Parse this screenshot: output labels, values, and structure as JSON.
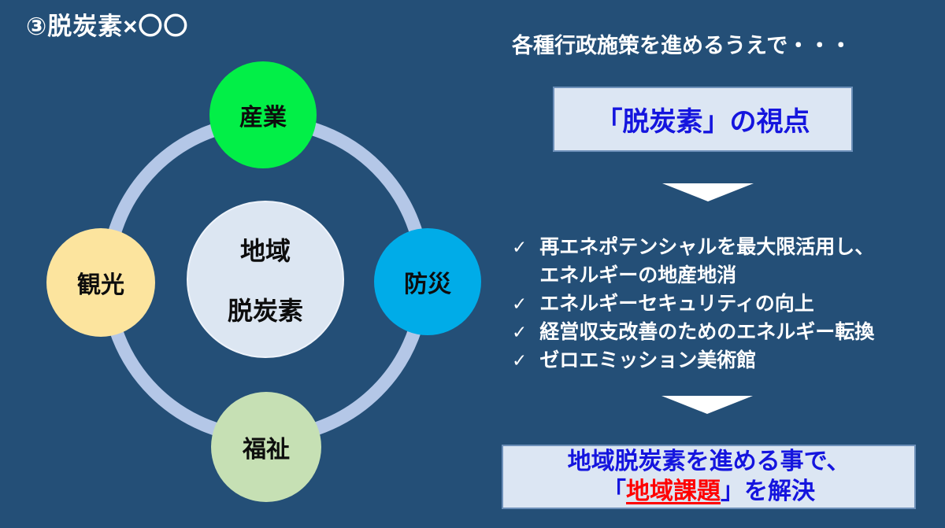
{
  "slide": {
    "title": "③脱炭素×〇〇",
    "bg_color": "#244F77"
  },
  "diagram": {
    "ring_color": "#B4C7E7",
    "center": {
      "line1": "地域",
      "line2": "脱炭素",
      "color": "#DCE6F2"
    },
    "satellites": [
      {
        "label": "産業",
        "color": "#02EF47"
      },
      {
        "label": "観光",
        "color": "#FCE49E"
      },
      {
        "label": "防災",
        "color": "#00ACE8"
      },
      {
        "label": "福祉",
        "color": "#C6E0B4"
      }
    ]
  },
  "right": {
    "header": "各種行政施策を進めるうえで・・・",
    "box1": {
      "text": "「脱炭素」の視点"
    },
    "checklist": {
      "check_glyph": "✓",
      "items": [
        "再エネポテンシャルを最大限活用し、\nエネルギーの地産地消",
        "エネルギーセキュリティの向上",
        "経営収支改善のためのエネルギー転換",
        "ゼロエミッション美術館"
      ]
    },
    "box2": {
      "line1": "地域脱炭素を進める事で、",
      "line2_open": "「",
      "line2_highlight": "地域課題",
      "line2_close": "」を解決"
    }
  },
  "colors": {
    "blue_text": "#1515DE",
    "red_text": "#FF0000",
    "box_fill": "#DCE6F3",
    "arrow": "#FFFFFF"
  }
}
